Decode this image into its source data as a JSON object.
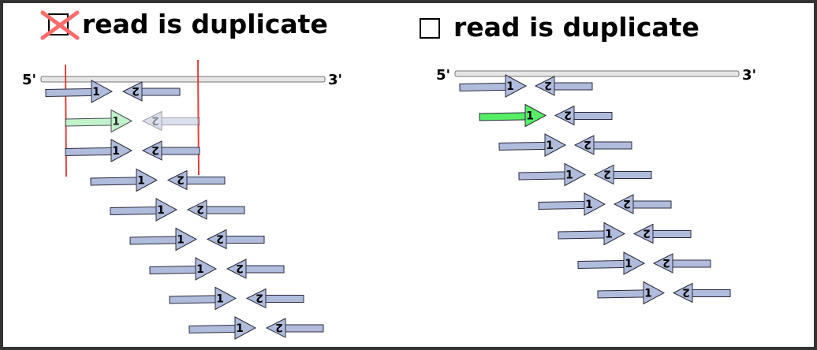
{
  "panels": [
    {
      "title": "read is duplicate",
      "checkbox_state": "crossed",
      "five_prime": "5'",
      "three_prime": "3'",
      "read1_label": "1",
      "read2_label": "2",
      "pairs": 9,
      "highlighted_pair_index": 1,
      "highlight_faded": true,
      "window_marks": true
    },
    {
      "title": "read is duplicate",
      "checkbox_state": "empty",
      "five_prime": "5'",
      "three_prime": "3'",
      "read1_label": "1",
      "read2_label": "2",
      "pairs": 8,
      "highlighted_pair_index": 1,
      "highlight_faded": false,
      "window_marks": false
    }
  ],
  "colors": {
    "read": "#b0bcdc",
    "read_stroke": "#2a2a3a",
    "highlight": "#55ee66",
    "highlight_faded": "#b8f0c0",
    "window_line": "#e04040",
    "cross": "#ff6b6b",
    "reference_fill": "#e6e6e6",
    "frame": "#333333"
  }
}
